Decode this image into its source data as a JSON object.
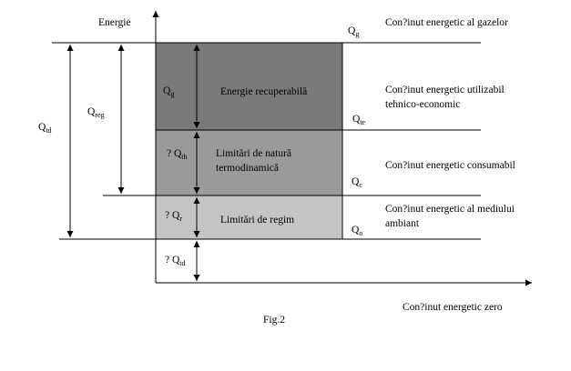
{
  "axis": {
    "y_label": "Energie",
    "x_label": "Con?inut energetic zero"
  },
  "caption": "Fig.2",
  "blocks": {
    "top": {
      "label": "Energie recuperabilă",
      "color": "#7a7a7a"
    },
    "middle": {
      "label_line1": "Limitări de natură",
      "label_line2": "termodinamică",
      "color": "#9a9a9a"
    },
    "bottom": {
      "label": "Limitări de regim",
      "color": "#c4c4c4"
    }
  },
  "levels": {
    "g": {
      "base": "Q",
      "sub": "g"
    },
    "te": {
      "base": "Q",
      "sub": "te"
    },
    "c": {
      "base": "Q",
      "sub": "c"
    },
    "o": {
      "base": "Q",
      "sub": "o"
    }
  },
  "quantities": {
    "qg": {
      "base": "Q",
      "sub": "g"
    },
    "qth": {
      "base": "? Q",
      "sub": "th"
    },
    "qr": {
      "base": "? Q",
      "sub": "r"
    },
    "qtd_low": {
      "base": "? Q",
      "sub": "td"
    },
    "qreg": {
      "base": "Q",
      "sub": "reg"
    },
    "qtd": {
      "base": "Q",
      "sub": "td"
    }
  },
  "descriptions": {
    "gases": "Con?inut energetic al gazelor",
    "usable_line1": "Con?inut energetic utilizabil",
    "usable_line2": "tehnico-economic",
    "consumable": "Con?inut energetic consumabil",
    "ambient_line1": "Con?inut energetic al mediului",
    "ambient_line2": "ambiant"
  }
}
